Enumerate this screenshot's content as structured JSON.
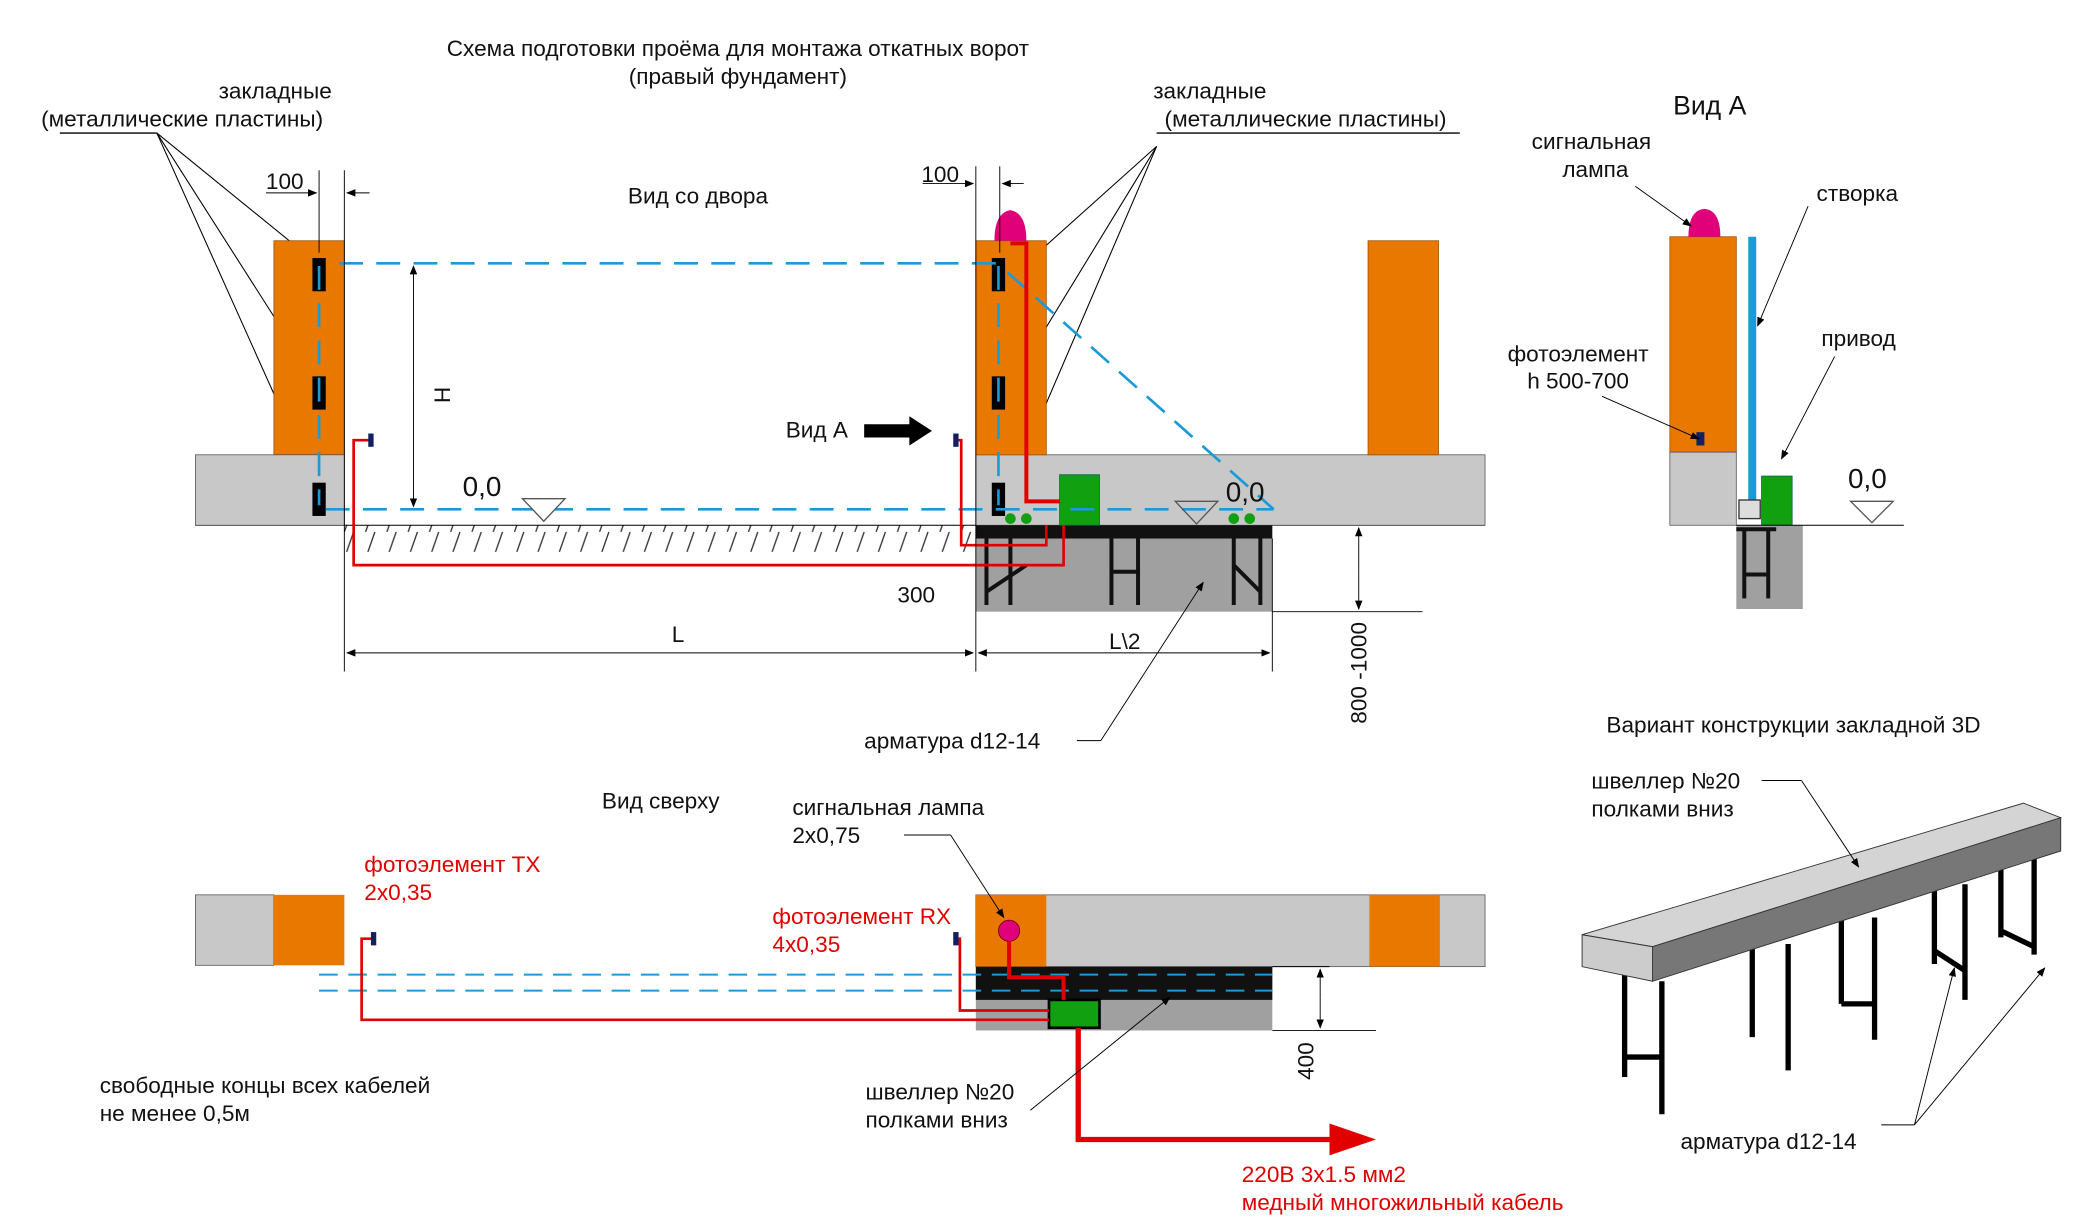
{
  "title": [
    "Схема подготовки проёма для монтажа откатных ворот",
    "(правый фундамент)"
  ],
  "colors": {
    "pillar": "#e87800",
    "concrete": "#c8c8c8",
    "foundation": "#a0a0a0",
    "cable": "#e00000",
    "dashed": "#1a9ad6",
    "drive": "#10a010",
    "lamp": "#e0007a"
  },
  "front_view": {
    "label": "Вид со двора",
    "embeds_left": [
      "закладные",
      "(металлические пластины)"
    ],
    "embeds_right": [
      "закладные",
      "(металлические пластины)"
    ],
    "dim_100_left": "100",
    "dim_100_right": "100",
    "dim_h": "H",
    "level_left": "0,0",
    "level_right": "0,0",
    "view_a_pointer": "Вид А",
    "dim_300": "300",
    "dim_l": "L",
    "dim_l2": "L\\2",
    "dim_depth": "800 -1000",
    "rebar": "арматура d12-14"
  },
  "view_a": {
    "title": "Вид А",
    "lamp": [
      "сигнальная",
      "лампа"
    ],
    "leaf": "створка",
    "drive": "привод",
    "photo": [
      "фотоэлемент",
      "h 500-700"
    ],
    "level": "0,0"
  },
  "top_view": {
    "title": "Вид сверху",
    "photo_tx": [
      "фотоэлемент TX",
      "2x0,35"
    ],
    "photo_rx": [
      "фотоэлемент RX",
      "4x0,35"
    ],
    "lamp": [
      "сигнальная лампа",
      "2x0,75"
    ],
    "channel": [
      "швеллер №20",
      "полками вниз"
    ],
    "free_ends": [
      "свободные концы всех кабелей",
      "не менее 0,5м"
    ],
    "power": [
      "220В 3x1.5 мм2",
      "медный многожильный кабель"
    ],
    "dim_400": "400"
  },
  "embed_3d": {
    "title": "Вариант конструкции закладной 3D",
    "channel": [
      "швеллер №20",
      "полками вниз"
    ],
    "rebar": "арматура d12-14"
  }
}
